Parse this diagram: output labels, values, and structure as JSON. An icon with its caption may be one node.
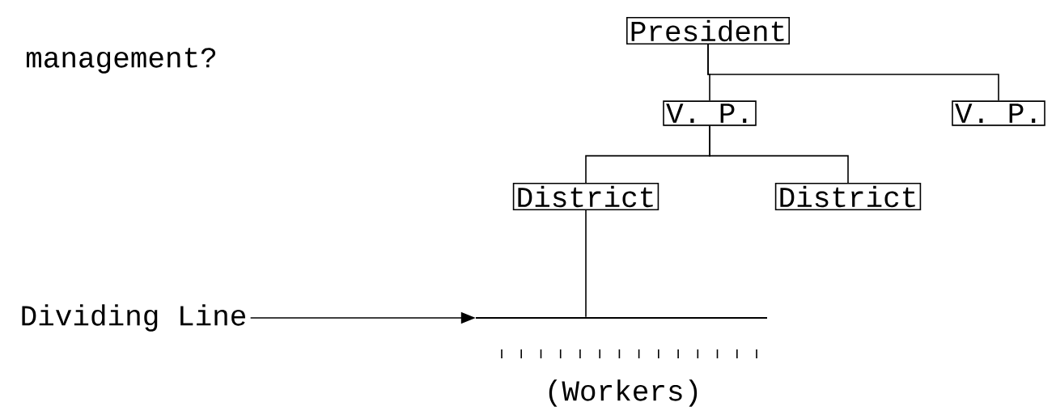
{
  "diagram": {
    "nodes": [
      {
        "text": [
          "President"
        ]
      },
      {
        "text": [
          "V. P."
        ]
      },
      {
        "text": [
          "V. P."
        ]
      },
      {
        "text": [
          "District"
        ]
      },
      {
        "text": [
          "District"
        ]
      },
      {
        "text": [],
        "shape": "bar"
      },
      {
        "text": [
          "Dividing Line"
        ]
      }
    ],
    "edges": [
      {
        "from": 0,
        "to": 1,
        "arrow": "none"
      },
      {
        "from": 0,
        "to": 2,
        "arrow": "none"
      },
      {
        "from": 1,
        "to": 3,
        "arrow": "none"
      },
      {
        "from": 1,
        "to": 4,
        "arrow": "none"
      },
      {
        "from": 3,
        "to": 5,
        "arrow": "none"
      },
      {
        "from": 6,
        "to": 5,
        "arrow": "to"
      }
    ],
    "labels": [
      "management?",
      "(Workers)"
    ]
  }
}
